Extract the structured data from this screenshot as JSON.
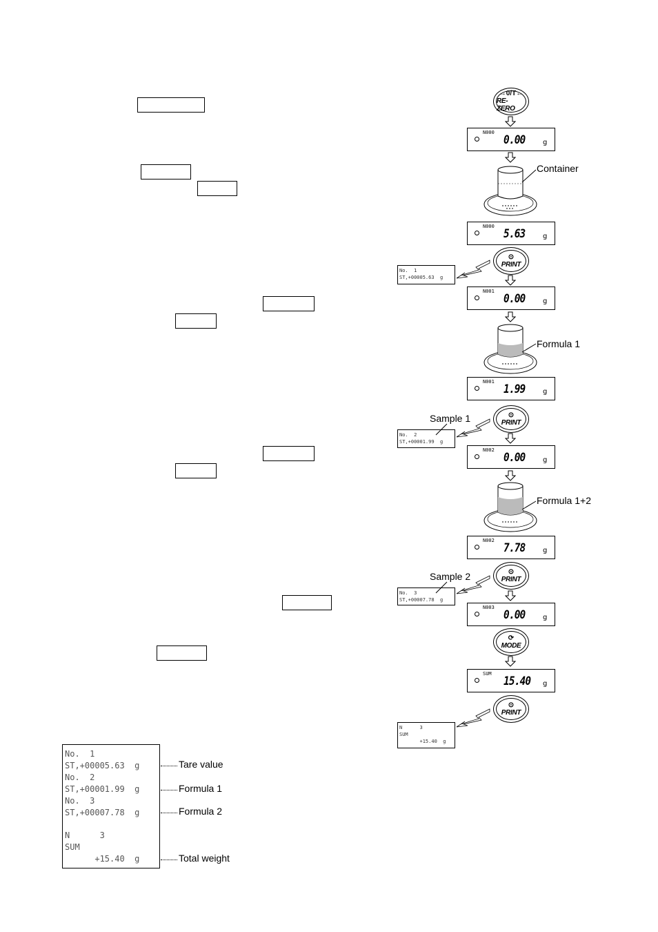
{
  "keys": {
    "rezero": {
      "symbol": "→0/T←",
      "label": "RE-ZERO"
    },
    "print": {
      "symbol": "⊙",
      "label": "PRINT"
    },
    "mode": {
      "symbol": "⟳",
      "label": "MODE"
    }
  },
  "displays": [
    {
      "mode": "N000",
      "value": "0.00",
      "unit": "g"
    },
    {
      "mode": "N000",
      "value": "5.63",
      "unit": "g"
    },
    {
      "mode": "N001",
      "value": "0.00",
      "unit": "g"
    },
    {
      "mode": "N001",
      "value": "1.99",
      "unit": "g"
    },
    {
      "mode": "N002",
      "value": "0.00",
      "unit": "g"
    },
    {
      "mode": "N002",
      "value": "7.78",
      "unit": "g"
    },
    {
      "mode": "N003",
      "value": "0.00",
      "unit": "g"
    },
    {
      "mode": "SUM",
      "value": "15.40",
      "unit": "g"
    }
  ],
  "callouts": {
    "container": "Container",
    "formula1": "Formula 1",
    "formula12": "Formula 1+2",
    "sample1": "Sample 1",
    "sample2": "Sample 2"
  },
  "printouts": [
    {
      "line1": "No.  1",
      "line2": "ST,+00005.63  g"
    },
    {
      "line1": "No.  2",
      "line2": "ST,+00001.99  g"
    },
    {
      "line1": "No.  3",
      "line2": "ST,+00007.78  g"
    },
    {
      "line1": "N      3",
      "line2": "SUM",
      "line3": "       +15.40  g"
    }
  ],
  "final_printout": {
    "lines": [
      "No.  1",
      "ST,+00005.63  g",
      "No.  2",
      "ST,+00001.99  g",
      "No.  3",
      "ST,+00007.78  g",
      "",
      "N      3",
      "SUM",
      "      +15.40  g"
    ],
    "annotations": {
      "tare": "Tare value",
      "f1": "Formula 1",
      "f2": "Formula 2",
      "total": "Total weight"
    }
  }
}
